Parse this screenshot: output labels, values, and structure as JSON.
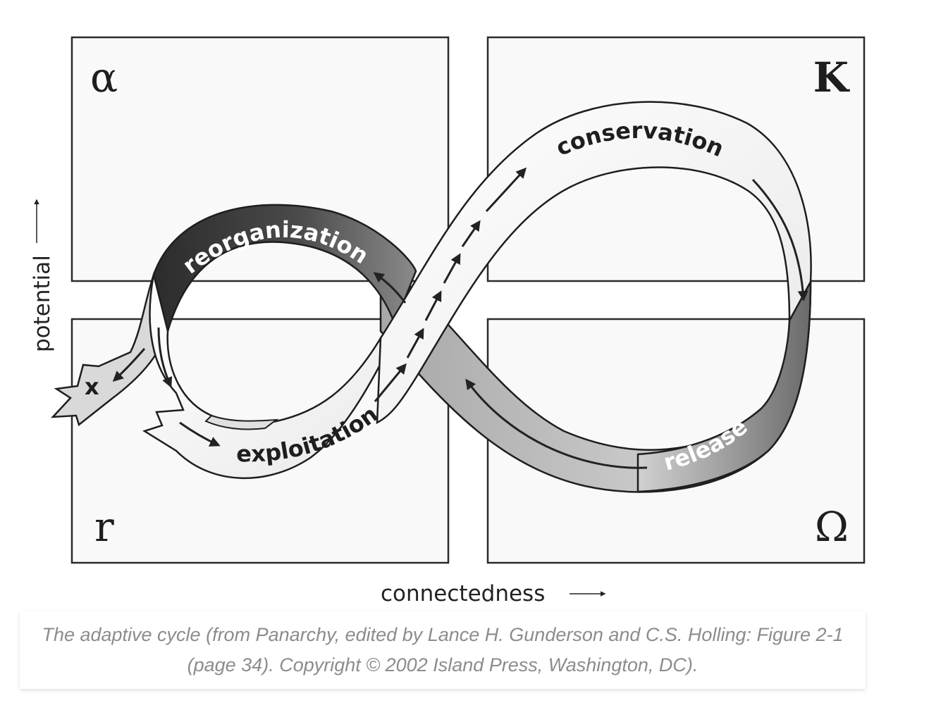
{
  "diagram": {
    "phases": {
      "conservation": "conservation",
      "reorganization": "reorganization",
      "exploitation": "exploitation",
      "release": "release",
      "exit": "x"
    },
    "quadrants": {
      "top_left": "α",
      "top_right": "K",
      "bottom_left": "r",
      "bottom_right": "Ω"
    },
    "axes": {
      "y_label": "potential",
      "x_label": "connectedness"
    }
  },
  "caption": "The adaptive cycle (from Panarchy, edited by Lance H. Gunderson and C.S. Holling: Figure 2-1 (page 34). Copyright © 2002 Island Press, Washington, DC)."
}
